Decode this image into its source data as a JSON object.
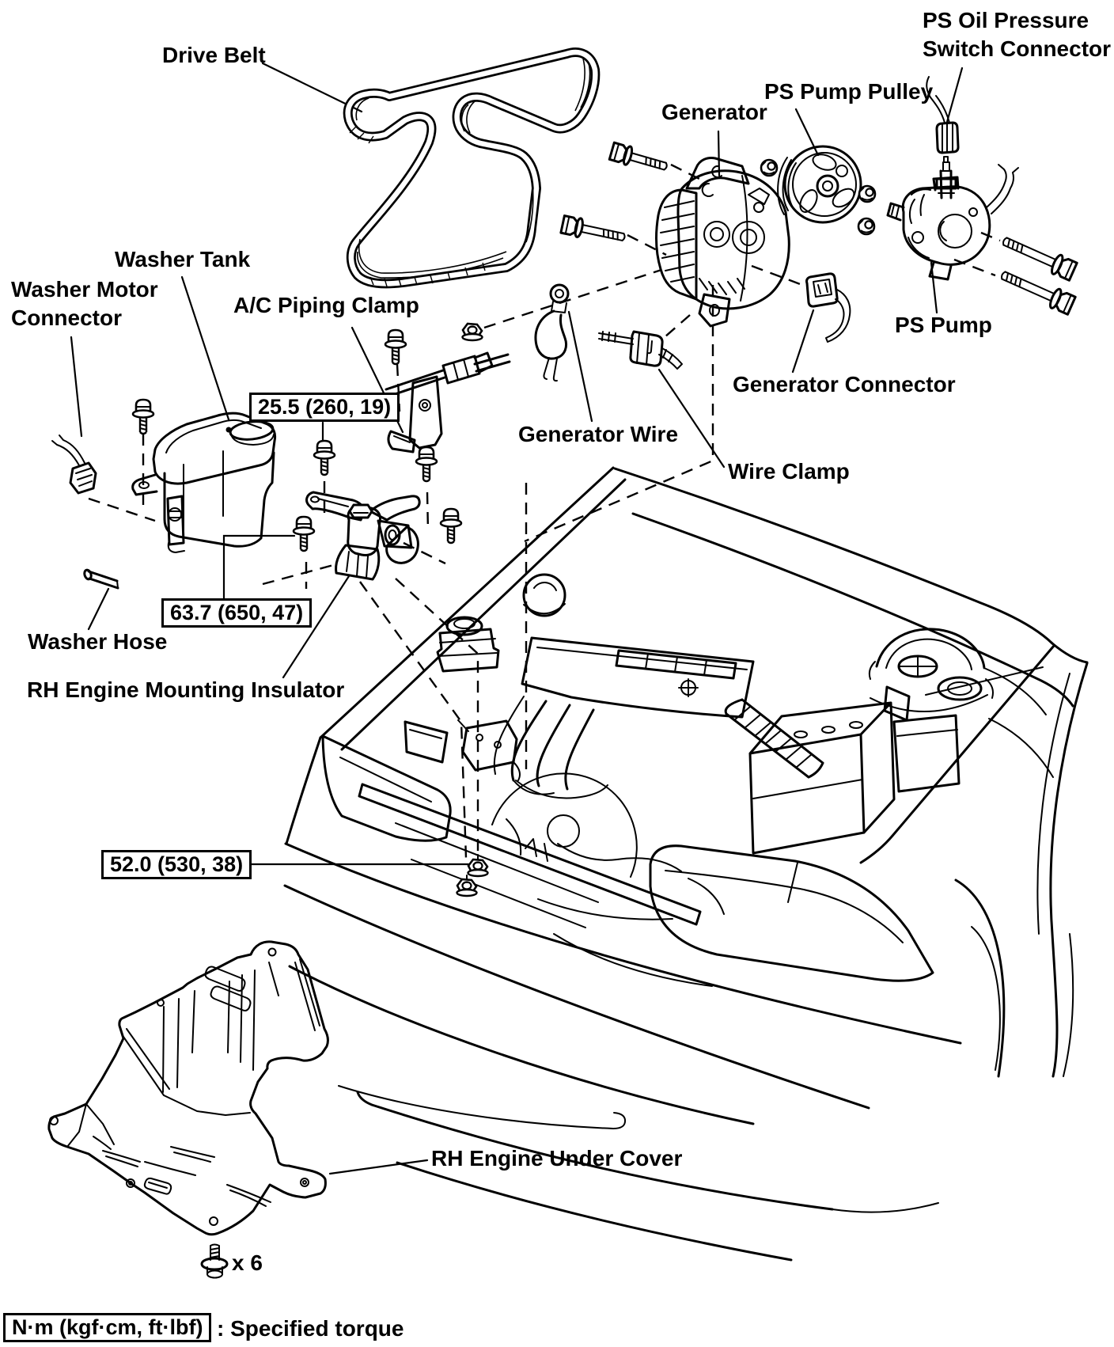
{
  "page": {
    "background_color": "#ffffff",
    "ink_color": "#000000",
    "kind": "service-manual exploded parts diagram (engine compartment, generator / PS pump removal)"
  },
  "labels": [
    {
      "id": "drive-belt",
      "text": "Drive Belt"
    },
    {
      "id": "ps-oil-pressure-switch-connector",
      "text": "PS Oil Pressure\nSwitch Connector"
    },
    {
      "id": "ps-pump-pulley",
      "text": "PS Pump Pulley"
    },
    {
      "id": "generator",
      "text": "Generator"
    },
    {
      "id": "washer-tank",
      "text": "Washer Tank"
    },
    {
      "id": "washer-motor-connector",
      "text": "Washer Motor\nConnector"
    },
    {
      "id": "ac-piping-clamp",
      "text": "A/C Piping Clamp"
    },
    {
      "id": "generator-wire",
      "text": "Generator Wire"
    },
    {
      "id": "generator-connector",
      "text": "Generator Connector"
    },
    {
      "id": "ps-pump",
      "text": "PS Pump"
    },
    {
      "id": "wire-clamp",
      "text": "Wire Clamp"
    },
    {
      "id": "washer-hose",
      "text": "Washer Hose"
    },
    {
      "id": "rh-engine-mounting-insulator",
      "text": "RH Engine Mounting Insulator"
    },
    {
      "id": "rh-engine-under-cover",
      "text": "RH Engine Under Cover"
    }
  ],
  "torque_boxes": [
    {
      "id": "torque-ac-piping-clamp-bolt",
      "text": "25.5 (260, 19)"
    },
    {
      "id": "torque-mounting-insulator-bolts",
      "text": "63.7 (650, 47)"
    },
    {
      "id": "torque-mounting-nuts",
      "text": "52.0 (530, 38)"
    }
  ],
  "quantity_note": {
    "text": "x 6"
  },
  "legend": {
    "box_text": "N·m (kgf·cm, ft·lbf)",
    "note_text": ": Specified torque"
  }
}
